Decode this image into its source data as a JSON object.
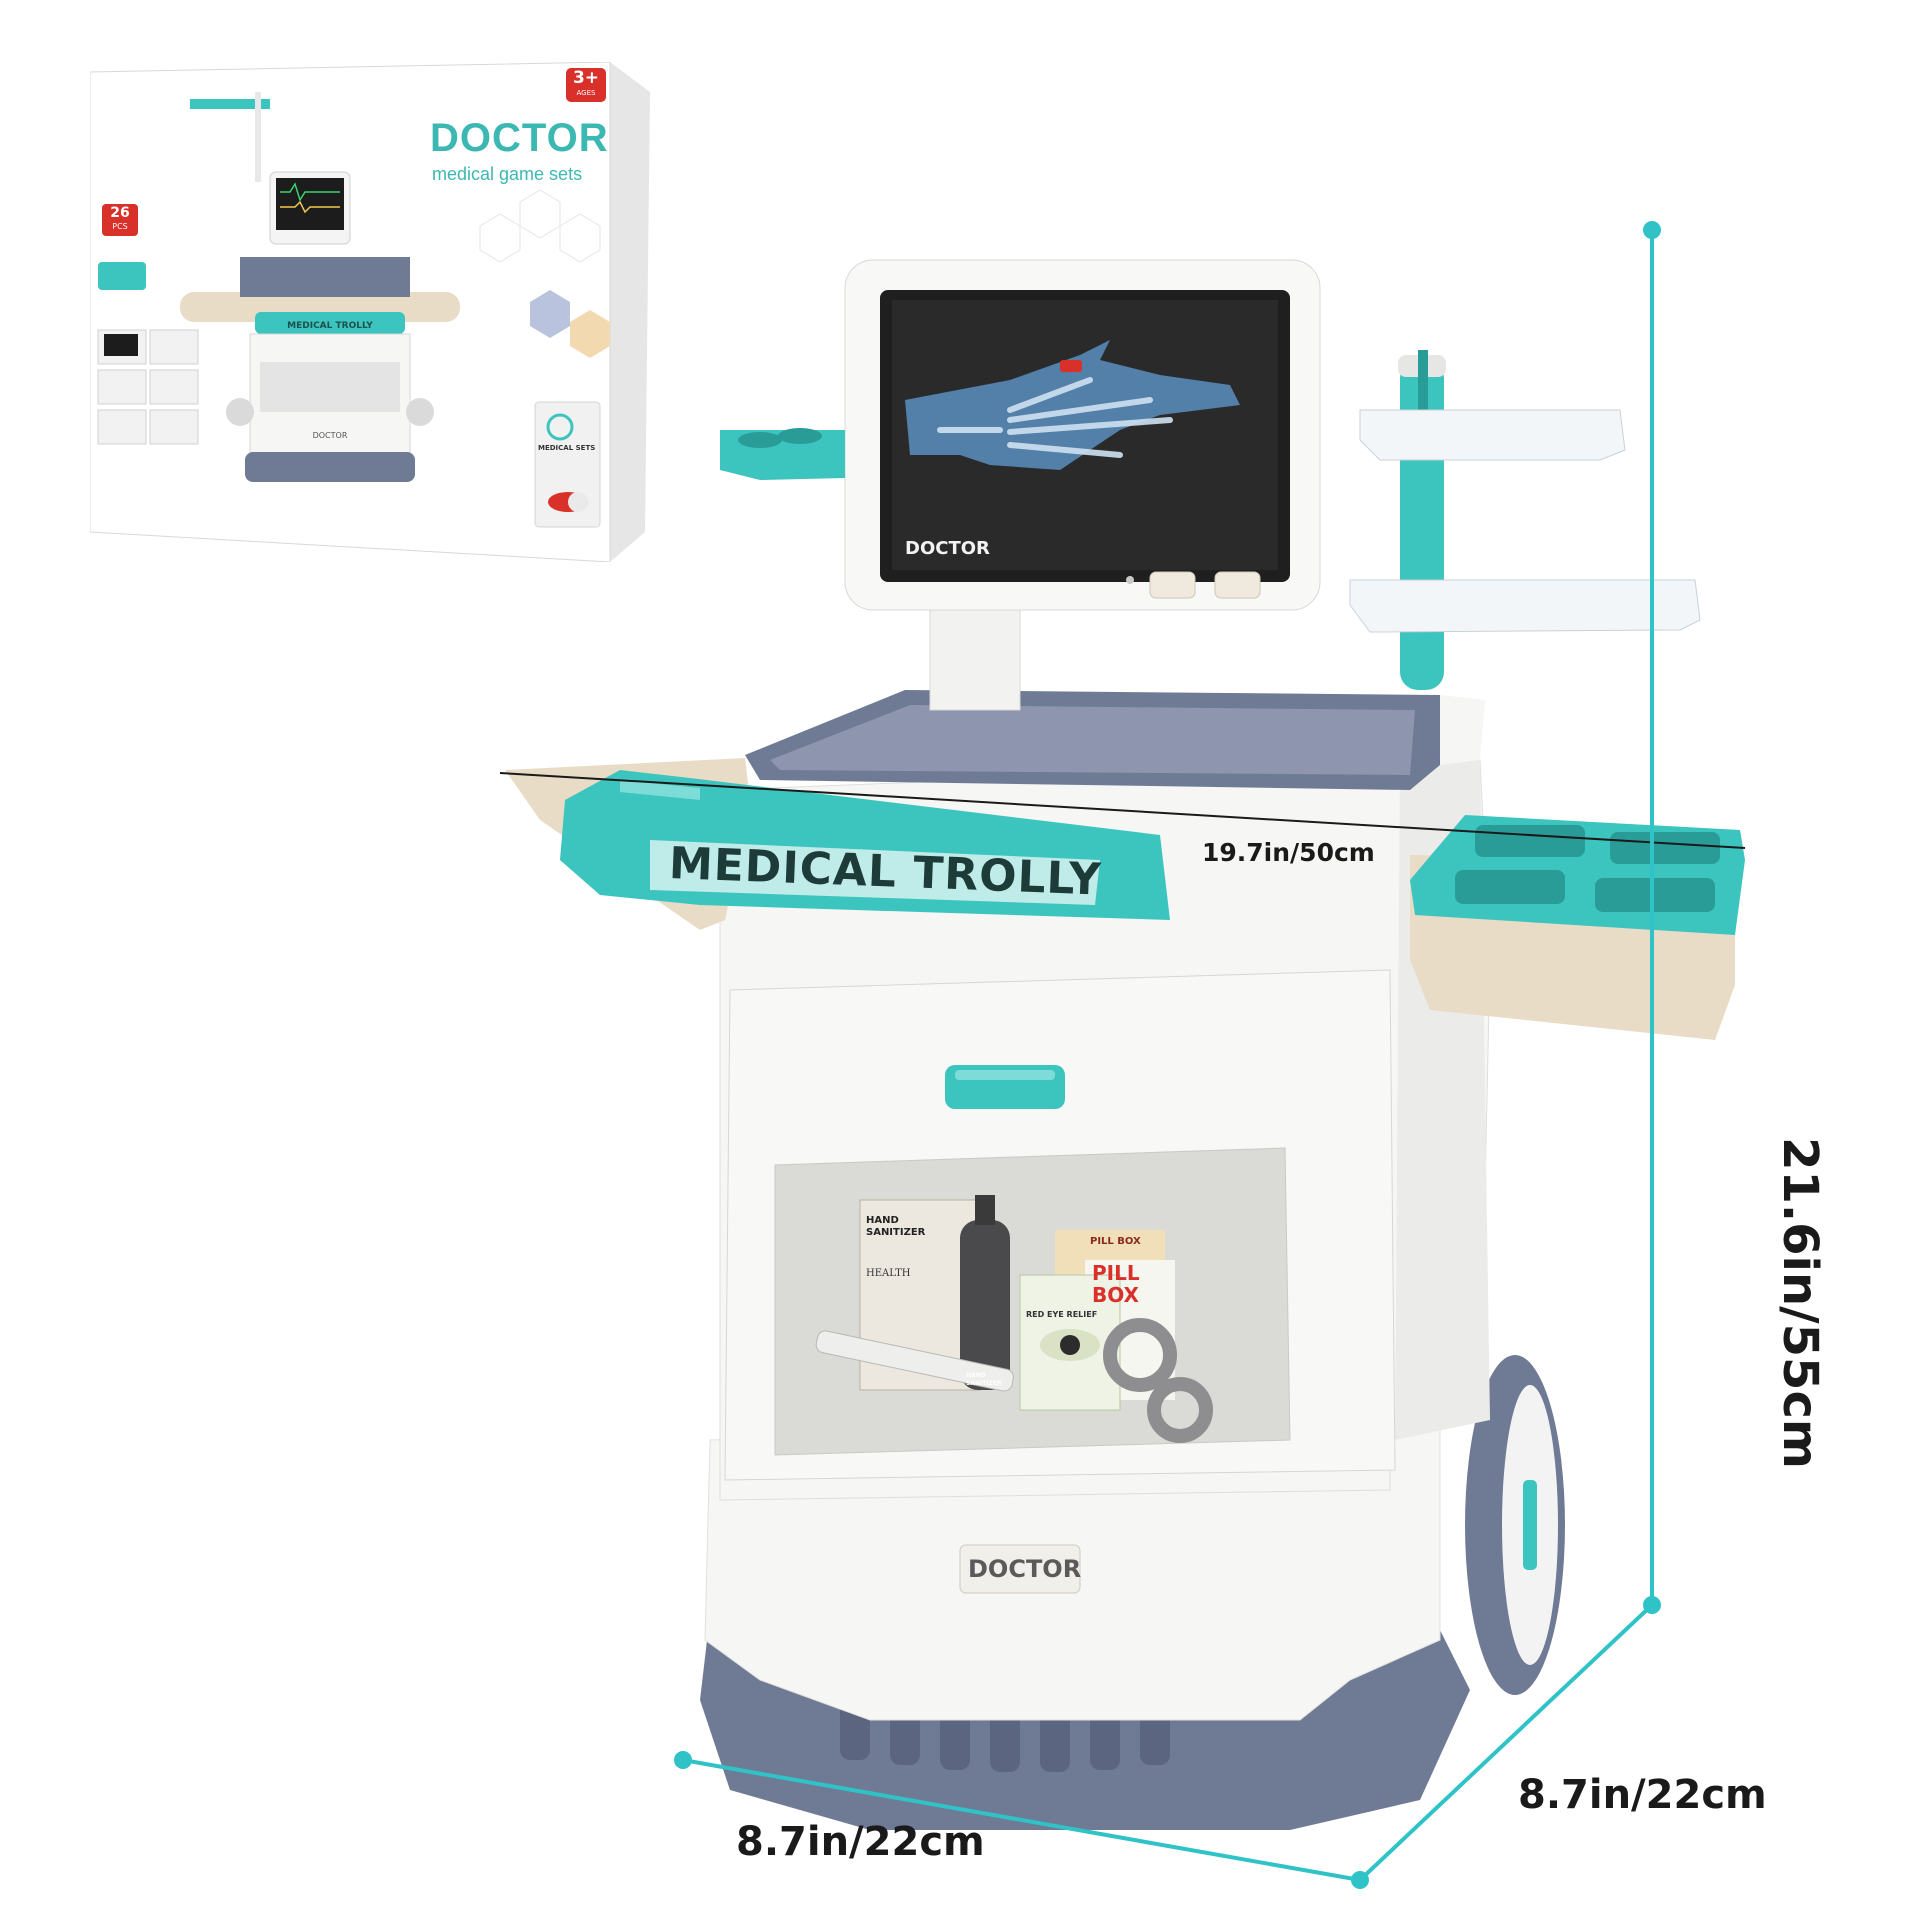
{
  "box": {
    "brand_title": "DOCTOR",
    "brand_subtitle": "medical game sets",
    "age_badge": "3+",
    "age_badge_sub": "AGES",
    "pieces_count": "26",
    "pieces_unit": "PCS",
    "trolley_label": "MEDICAL TROLLY",
    "trolley_logo": "DOCTOR",
    "side_panel_title": "MEDICAL SETS"
  },
  "product": {
    "monitor_label": "DOCTOR",
    "front_panel_label": "MEDICAL TROLLY",
    "base_logo": "DOCTOR",
    "window_items": {
      "sanitizer_box_title": "HAND SANITIZER",
      "sanitizer_box_sub": "HEALTH",
      "pill_box_title": "PILL BOX",
      "pill_box_big": "PILL BOX",
      "eye_relief": "RED EYE RELIEF",
      "bottle_label": "HAND SANITIZER"
    }
  },
  "dimensions": {
    "width": "19.7in/50cm",
    "height": "21.6in/55cm",
    "depth_front": "8.7in/22cm",
    "depth_side": "8.7in/22cm"
  },
  "colors": {
    "teal": "#3cc4bf",
    "teal_dark": "#2a9c98",
    "grey_blue": "#6f7a95",
    "cream": "#e9dcc6",
    "white_body": "#f6f6f4",
    "dimension_line": "#2fc3c7"
  }
}
